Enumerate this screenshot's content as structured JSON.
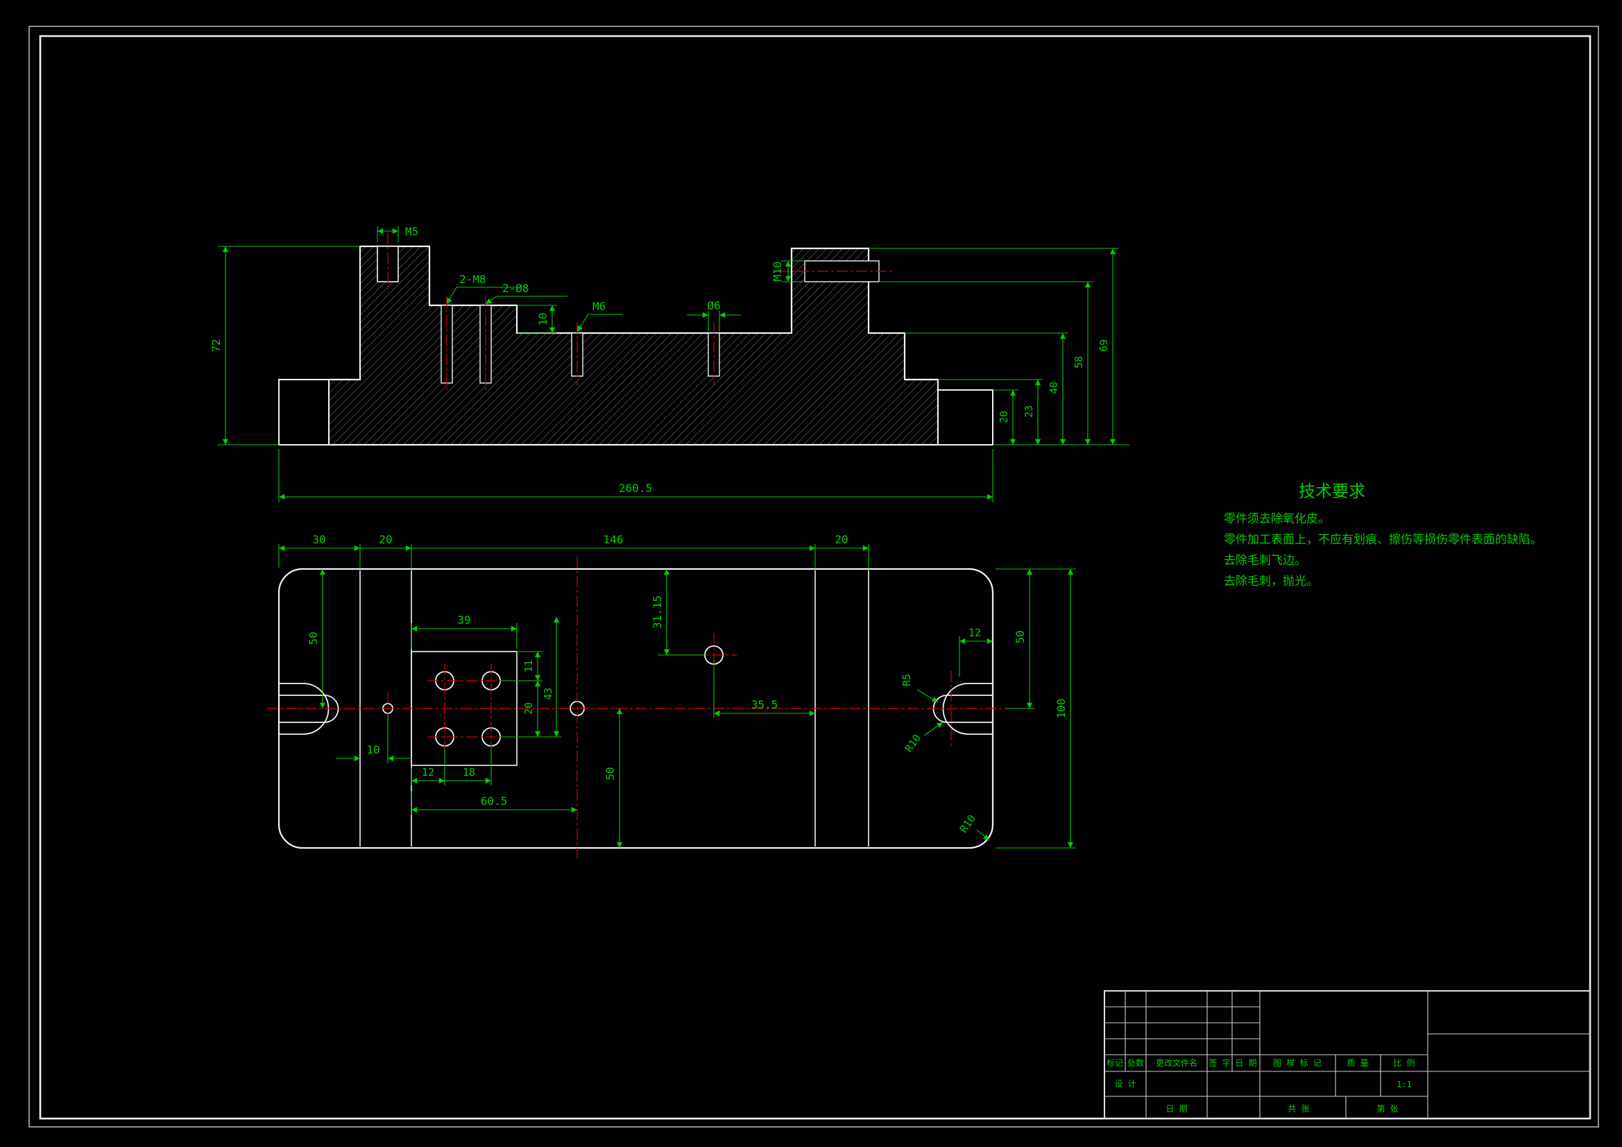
{
  "colors": {
    "background": "#000000",
    "outline": "#f2f2f2",
    "dimension": "#00cd00",
    "centerline": "#dd0000",
    "frame": "#e8e8e8"
  },
  "tech_requirements": {
    "title": "技术要求",
    "lines": [
      "零件须去除氧化皮。",
      "零件加工表面上，不应有划痕、擦伤等损伤零件表面的缺陷。",
      "去除毛刺飞边。",
      "去除毛刺，抛光。"
    ]
  },
  "section_view": {
    "dim_m5": "M5",
    "dim_2m8": "2-M8",
    "dim_2o8": "2-Ø8",
    "dim_10": "10",
    "dim_m6": "M6",
    "dim_o6": "Ø6",
    "dim_m10": "M10",
    "dim_72": "72",
    "dim_260_5": "260.5",
    "dim_20": "20",
    "dim_23": "23",
    "dim_40": "40",
    "dim_58": "58",
    "dim_69": "69"
  },
  "plan_view": {
    "dim_30": "30",
    "dim_20_top_left": "20",
    "dim_146": "146",
    "dim_20_top_right": "20",
    "dim_50_left": "50",
    "dim_39": "39",
    "dim_31_15": "31.15",
    "dim_11": "11",
    "dim_20_holes": "20",
    "dim_43": "43",
    "dim_35_5": "35.5",
    "dim_10": "10",
    "dim_12_holes": "12",
    "dim_18": "18",
    "dim_60_5": "60.5",
    "dim_50_bottom": "50",
    "dim_12_slot": "12",
    "dim_50_right": "50",
    "dim_100": "100",
    "dim_r5": "R5",
    "dim_r10_slot": "R10",
    "dim_r10_corner": "R10"
  },
  "title_block": {
    "mark": "标记",
    "count": "处数",
    "change_file": "更改文件名",
    "signature": "签 字",
    "date": "日 期",
    "design": "设 计",
    "date_bottom": "日 期",
    "drawing_mark": "图 样 标 记",
    "weight": "质 量",
    "scale_label": "比 例",
    "scale_value": "1:1",
    "sheet_total": "共  张",
    "sheet_number": "第  张"
  }
}
